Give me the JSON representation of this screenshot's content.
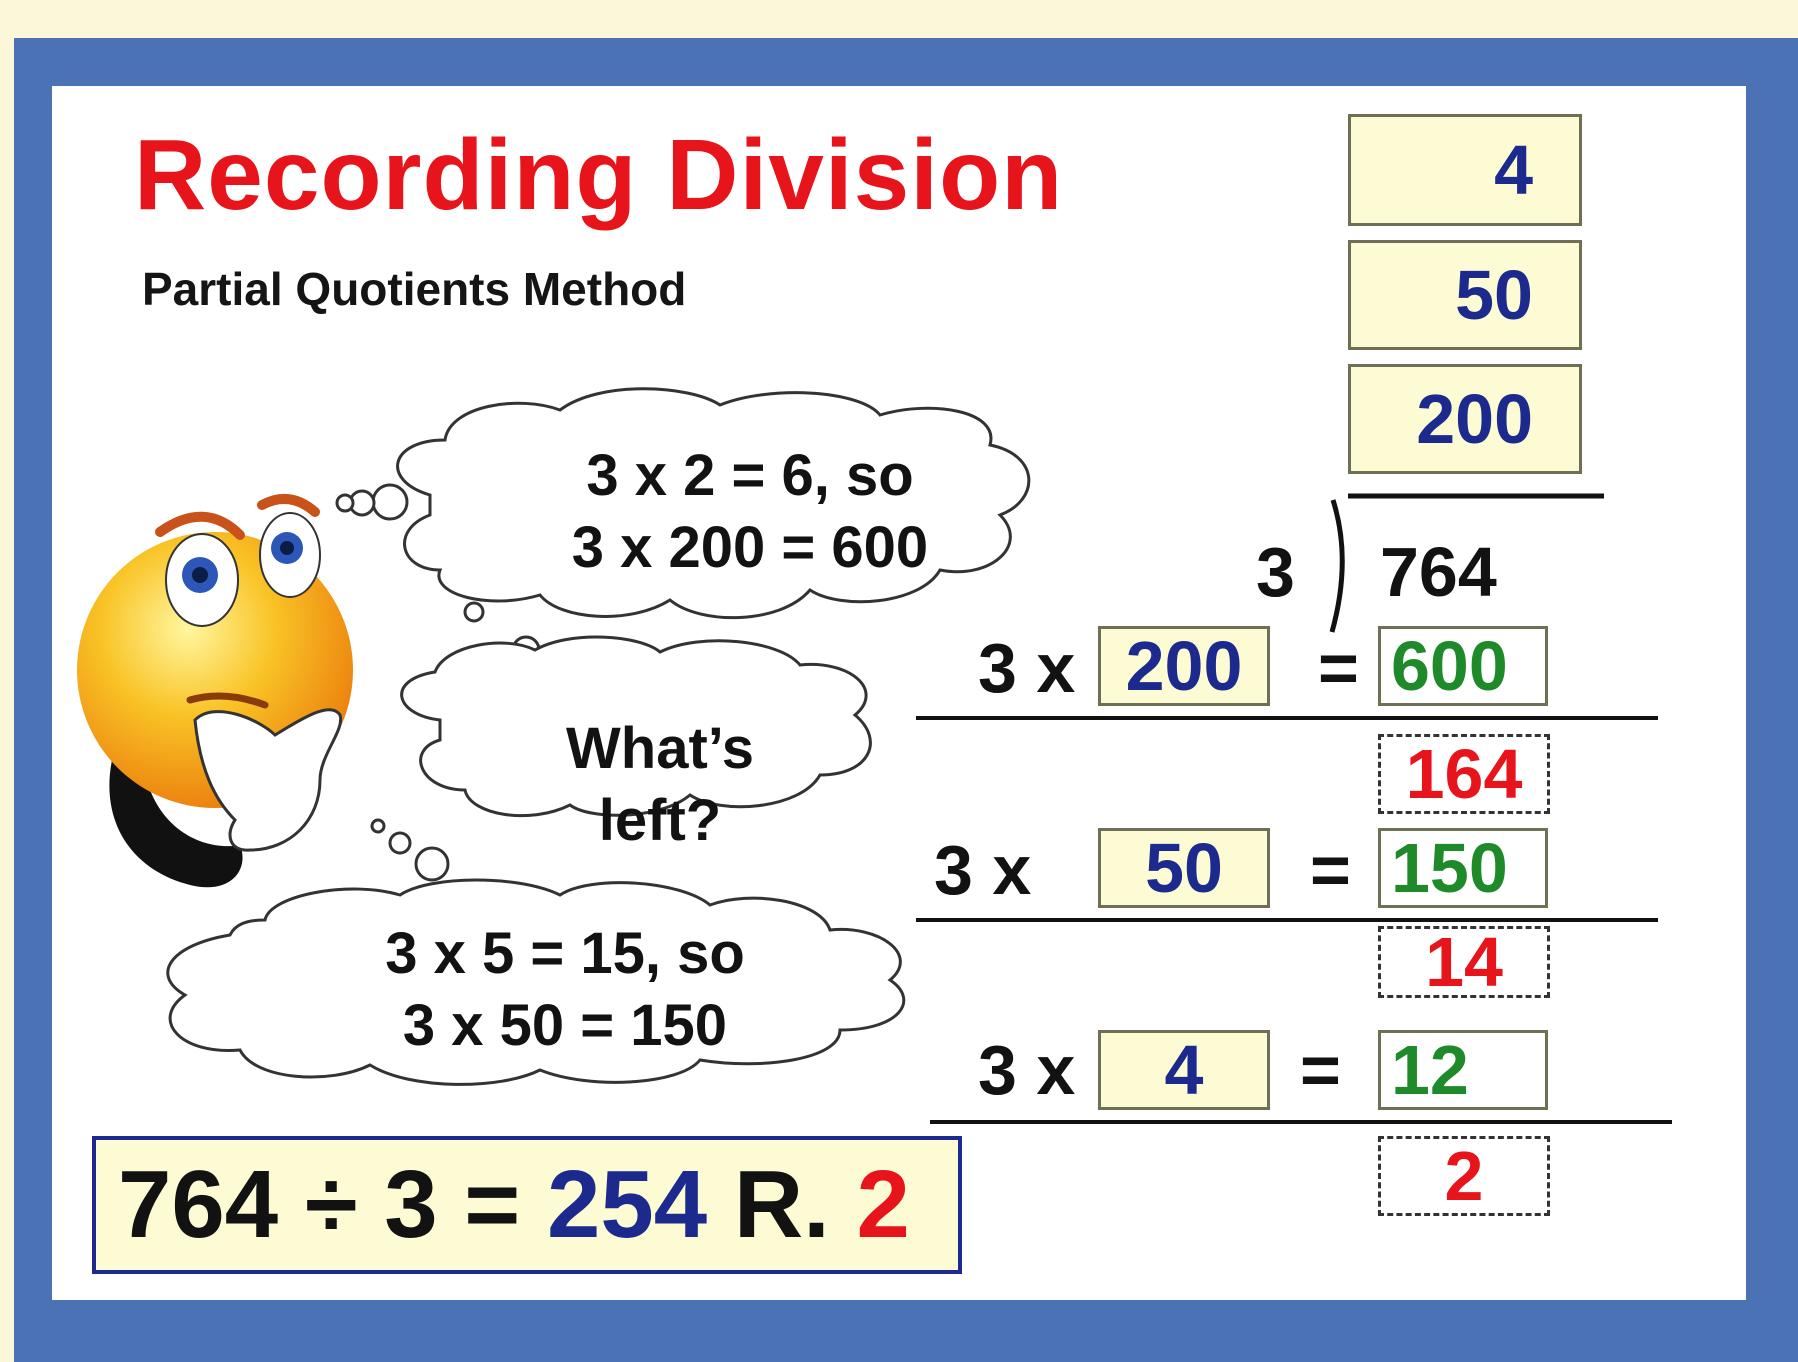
{
  "title": "Recording  Division",
  "subtitle": "Partial Quotients Method",
  "quotients": [
    "4",
    "50",
    "200"
  ],
  "divisor": "3",
  "dividend": "764",
  "steps": [
    {
      "prefix": "3 x",
      "factor": "200",
      "eq": "=",
      "product": "600",
      "remainder": "164"
    },
    {
      "prefix": "3 x",
      "factor": "50",
      "eq": "=",
      "product": "150",
      "remainder": "14"
    },
    {
      "prefix": "3 x",
      "factor": "4",
      "eq": "=",
      "product": "12",
      "remainder": "2"
    }
  ],
  "thoughts": {
    "first": [
      "3 x 2 = 6, so",
      "3 x 200 = 600"
    ],
    "second": [
      "What’s",
      "left?"
    ],
    "third": [
      "3 x 5 = 15, so",
      "3 x 50 = 150"
    ]
  },
  "result": {
    "lhs": "764 ÷ 3 = ",
    "quotient": "254",
    "mid": " R. ",
    "remainder": "2"
  },
  "colors": {
    "title": "#e8141c",
    "quotient": "#1b2a8c",
    "product": "#1e8a2a",
    "remainder": "#e8141c",
    "frame": "#4a72b5"
  },
  "icons": [
    "thinking-face-icon"
  ]
}
